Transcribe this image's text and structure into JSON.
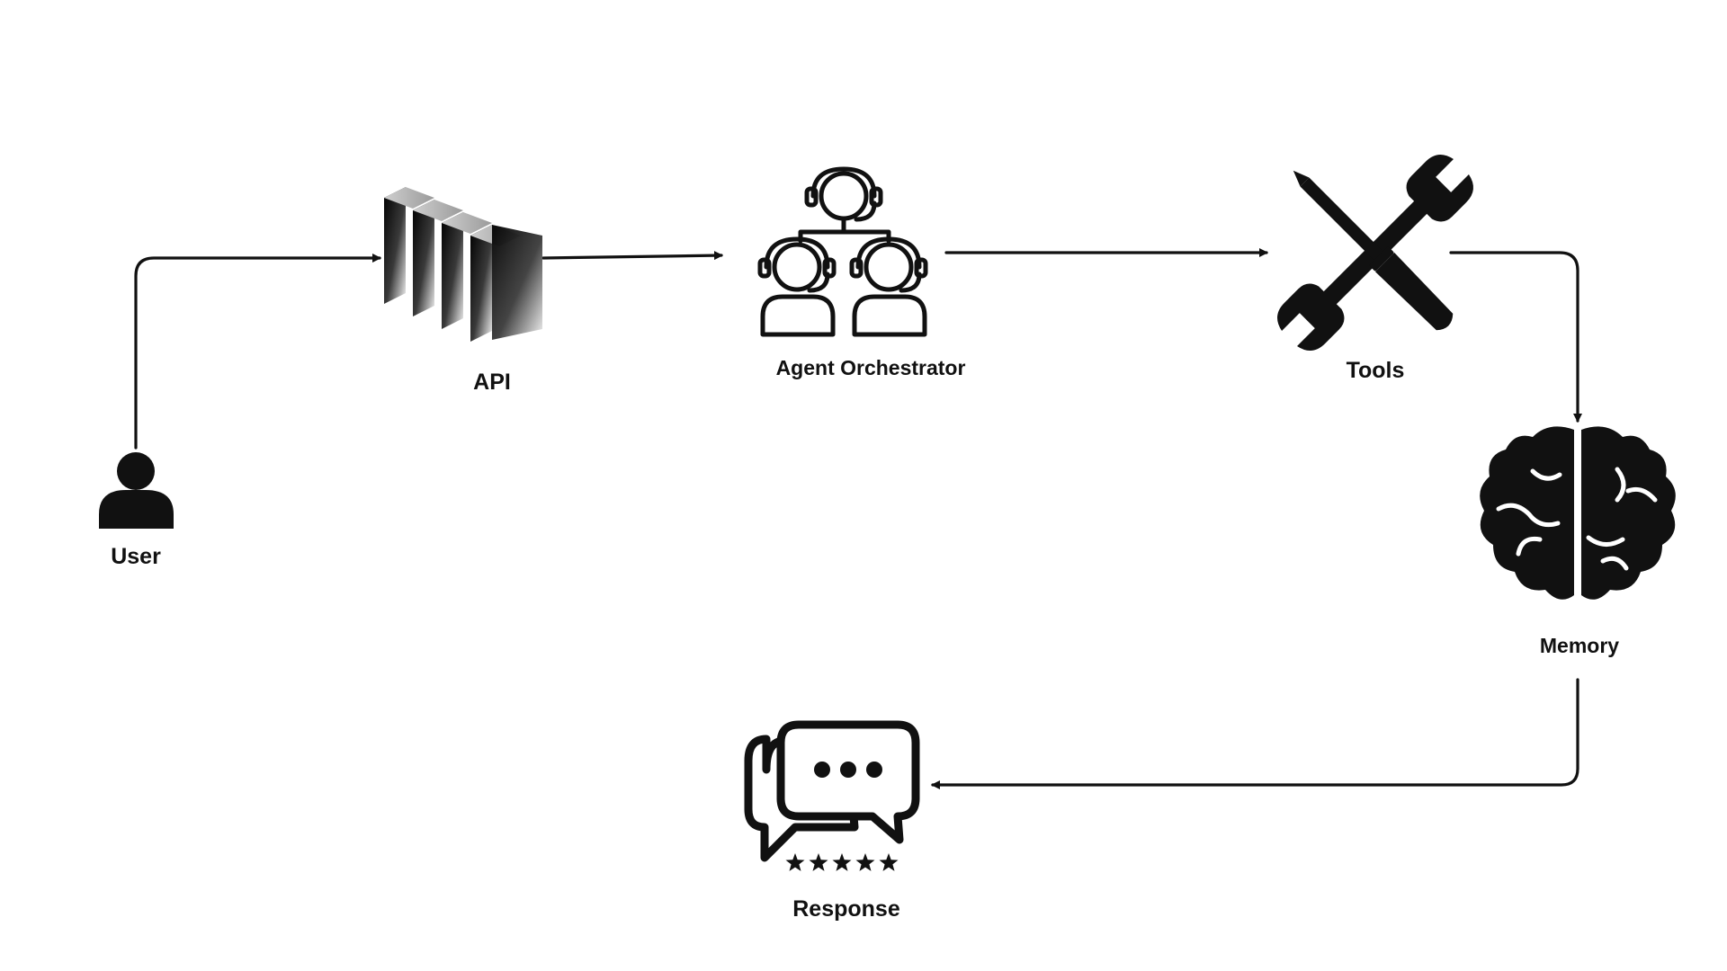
{
  "colors": {
    "ink": "#111111",
    "background": "#ffffff"
  },
  "nodes": {
    "user": {
      "label": "User",
      "icon": "user-icon"
    },
    "api": {
      "label": "API",
      "icon": "server-blades-icon"
    },
    "orchestrator": {
      "label": "Agent Orchestrator",
      "icon": "headset-team-icon"
    },
    "tools": {
      "label": "Tools",
      "icon": "wrench-screwdriver-icon"
    },
    "memory": {
      "label": "Memory",
      "icon": "brain-icon"
    },
    "response": {
      "label": "Response",
      "icon": "chat-bubbles-rating-icon",
      "rating_stars": 5
    }
  },
  "edges": [
    {
      "from": "User",
      "to": "API"
    },
    {
      "from": "API",
      "to": "Agent Orchestrator"
    },
    {
      "from": "Agent Orchestrator",
      "to": "Tools"
    },
    {
      "from": "Tools",
      "to": "Memory"
    },
    {
      "from": "Memory",
      "to": "Response"
    }
  ]
}
